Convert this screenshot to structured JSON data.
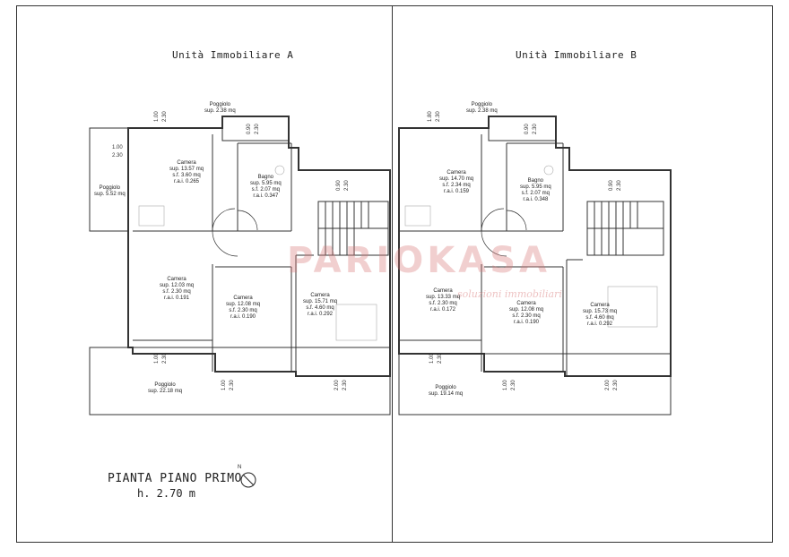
{
  "units": {
    "a_title": "Unità Immobiliare A",
    "b_title": "Unità Immobiliare B"
  },
  "rooms_a": {
    "poggiolo_top": [
      "Poggiolo",
      "sup. 2.38 mq"
    ],
    "poggiolo_left": [
      "Poggiolo",
      "sup. 5.52 mq"
    ],
    "camera_1": [
      "Camera",
      "sup. 13.57 mq",
      "s.f. 3.60 mq",
      "r.a.i. 0.265"
    ],
    "bagno": [
      "Bagno",
      "sup. 5.95 mq",
      "s.f. 2.07 mq",
      "r.a.i. 0.347"
    ],
    "camera_2": [
      "Camera",
      "sup. 12.03 mq",
      "s.f. 2.30 mq",
      "r.a.i. 0.191"
    ],
    "camera_3": [
      "Camera",
      "sup. 12.08 mq",
      "s.f. 2.30 mq",
      "r.a.i. 0.190"
    ],
    "camera_4": [
      "Camera",
      "sup. 15.71 mq",
      "s.f. 4.60 mq",
      "r.a.i. 0.292"
    ],
    "poggiolo_bottom": [
      "Poggiolo",
      "sup. 22.18 mq"
    ]
  },
  "rooms_b": {
    "poggiolo_top": [
      "Poggiolo",
      "sup. 2.38 mq"
    ],
    "camera_1": [
      "Camera",
      "sup. 14.70 mq",
      "s.f. 2.34 mq",
      "r.a.i. 0.159"
    ],
    "bagno": [
      "Bagno",
      "sup. 5.95 mq",
      "s.f. 2.07 mq",
      "r.a.i. 0.348"
    ],
    "camera_2": [
      "Camera",
      "sup. 13.33 mq",
      "s.f. 2.30 mq",
      "r.a.i. 0.172"
    ],
    "camera_3": [
      "Camera",
      "sup. 12.08 mq",
      "s.f. 2.30 mq",
      "r.a.i. 0.190"
    ],
    "camera_4": [
      "Camera",
      "sup. 15.73 mq",
      "s.f. 4.60 mq",
      "r.a.i. 0.292"
    ],
    "poggiolo_bottom": [
      "Poggiolo",
      "sup. 19.14 mq"
    ]
  },
  "dimensions": {
    "d1": "1.00",
    "d2": "2.30",
    "d3": "0.90",
    "d4": "1.80",
    "d5": "2.00"
  },
  "title_block": {
    "main": "PIANTA PIANO PRIMO",
    "height": "h. 2.70 m",
    "north_letter": "N"
  },
  "watermark": {
    "brand": "PARIOKASA",
    "tagline": "soluzioni immobiliari",
    "color": "#d97878"
  }
}
